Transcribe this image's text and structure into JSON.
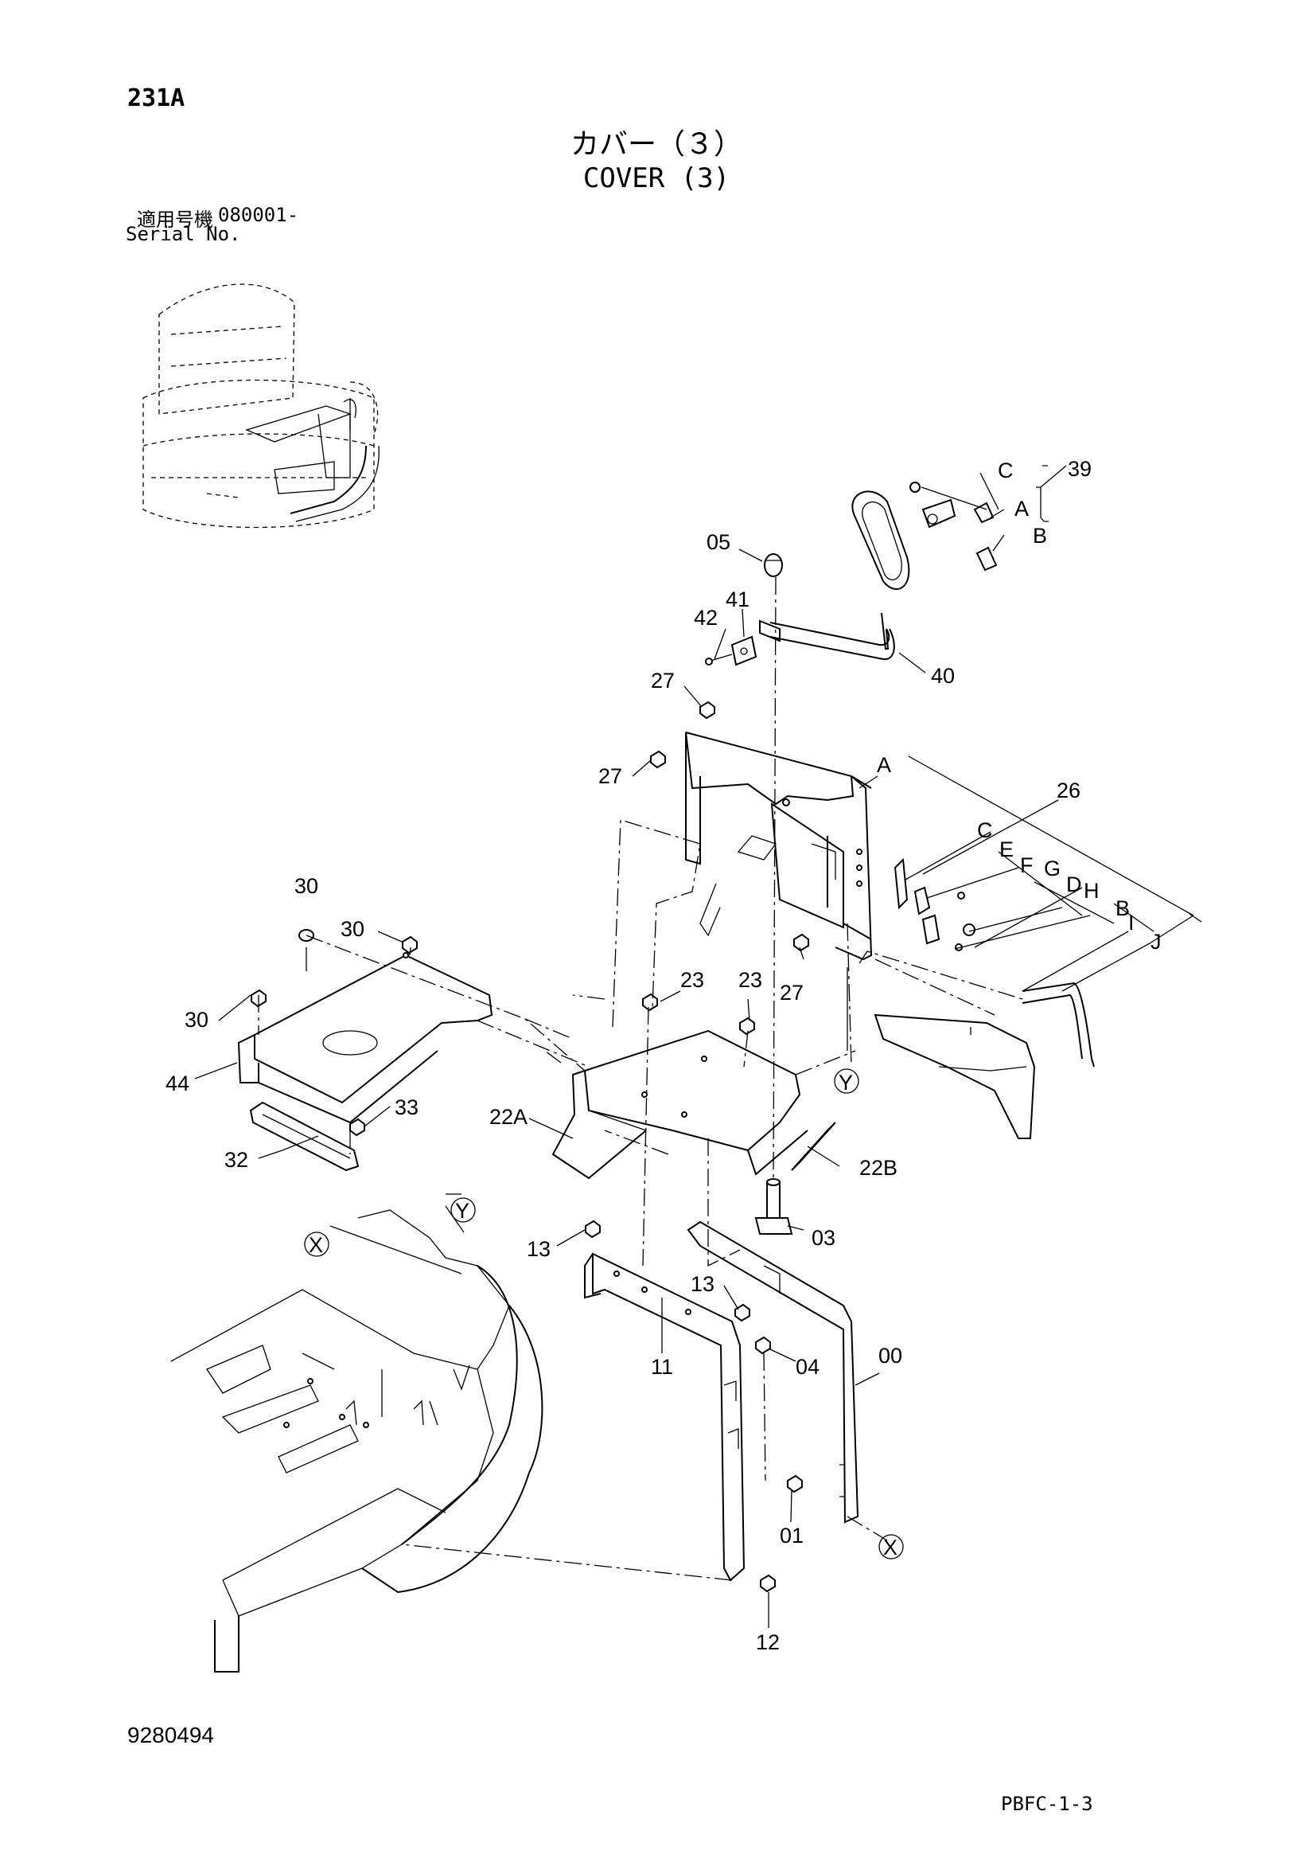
{
  "header": {
    "page_code": "231A",
    "title_jp": "カバー（３）",
    "title_en": "COVER (3)",
    "serial_label_jp": "適用号機",
    "serial_number": "080001-",
    "serial_label_en": "Serial No."
  },
  "callouts": {
    "p39": "39",
    "pC_top": "C",
    "pA_top": "A",
    "pB_top": "B",
    "p05": "05",
    "p41": "41",
    "p42": "42",
    "p40": "40",
    "p27a": "27",
    "p27b": "27",
    "p27c": "27",
    "pA": "A",
    "p26": "26",
    "pC": "C",
    "pE": "E",
    "pF": "F",
    "pG": "G",
    "pD": "D",
    "pH": "H",
    "pB": "B",
    "pI": "I",
    "pJ": "J",
    "p30a": "30",
    "p30b": "30",
    "p30c": "30",
    "p23a": "23",
    "p23b": "23",
    "p44": "44",
    "p33": "33",
    "p32": "32",
    "p22A": "22A",
    "p22B": "22B",
    "pY1": "Y",
    "p13a": "13",
    "p13b": "13",
    "p03": "03",
    "pX1": "X",
    "pY2": "Y",
    "p11": "11",
    "p04": "04",
    "p00": "00",
    "p01": "01",
    "pX2": "X",
    "p12": "12"
  },
  "footer": {
    "doc_number": "9280494",
    "page_ref": "PBFC-1-3"
  }
}
